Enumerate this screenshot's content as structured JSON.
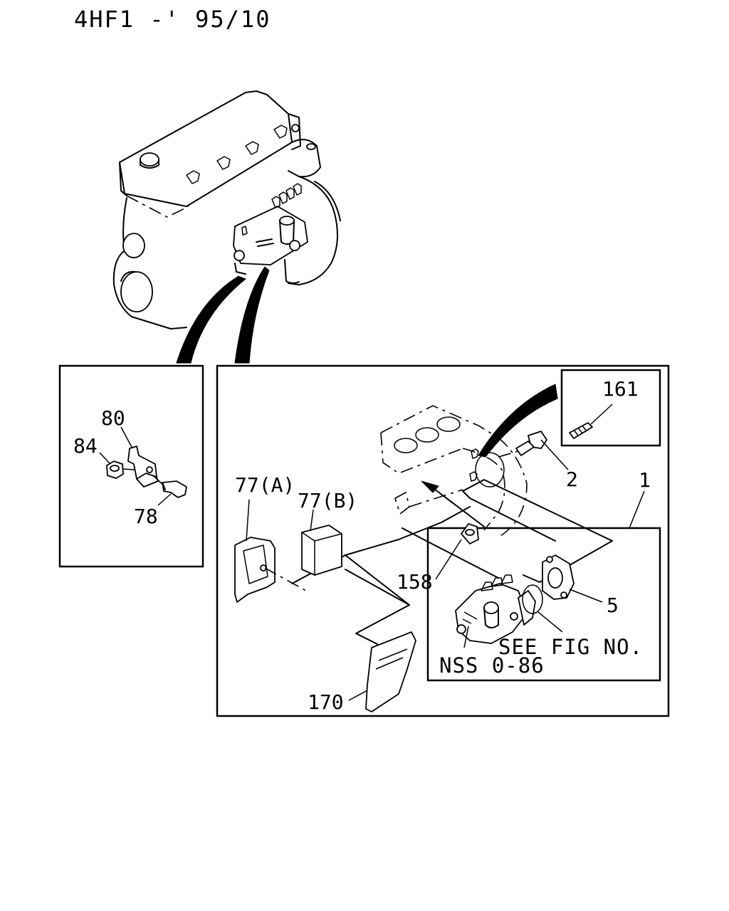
{
  "title": "4HF1  -' 95/10",
  "labels": {
    "p161": "161",
    "p80": "80",
    "p84": "84",
    "p78": "78",
    "p2": "2",
    "p1": "1",
    "p77a": "77(A)",
    "p77b": "77(B)",
    "p158": "158",
    "p5": "5",
    "p170": "170"
  },
  "notes": {
    "see_fig": "SEE FIG NO.",
    "nss": "NSS  0-86"
  },
  "colors": {
    "ink": "#000000",
    "paper": "#ffffff"
  }
}
